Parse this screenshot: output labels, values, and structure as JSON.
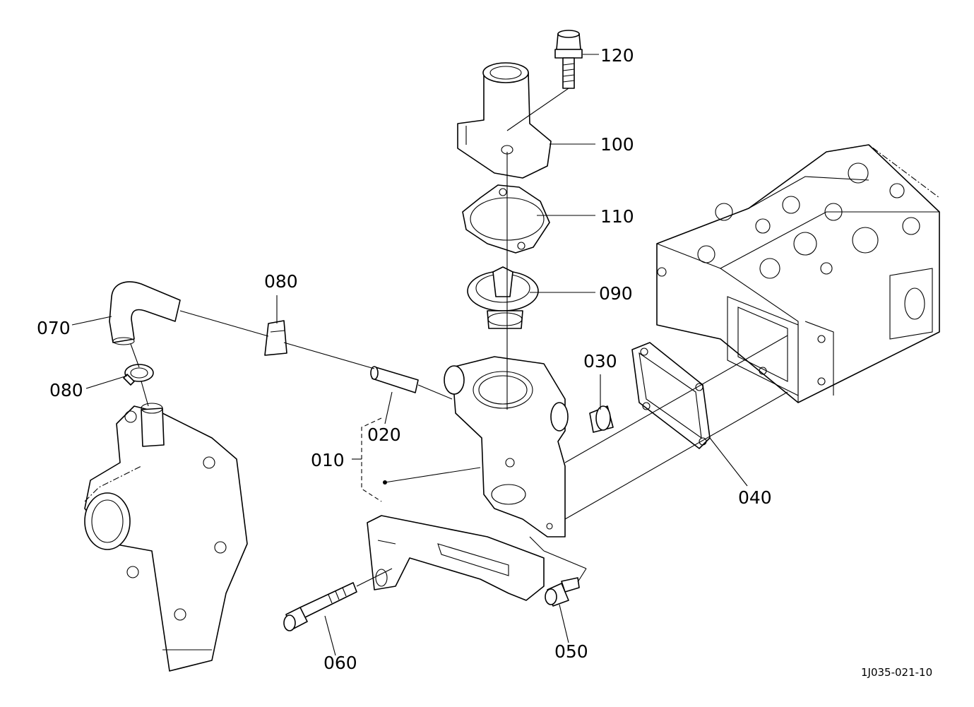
{
  "callouts": {
    "p120": "120",
    "p100": "100",
    "p110": "110",
    "p090": "090",
    "p080_top": "080",
    "p070": "070",
    "p080_left": "080",
    "p030": "030",
    "p020": "020",
    "p010": "010",
    "p040": "040",
    "p060": "060",
    "p050": "050"
  },
  "reference_code": "1J035-021-10"
}
